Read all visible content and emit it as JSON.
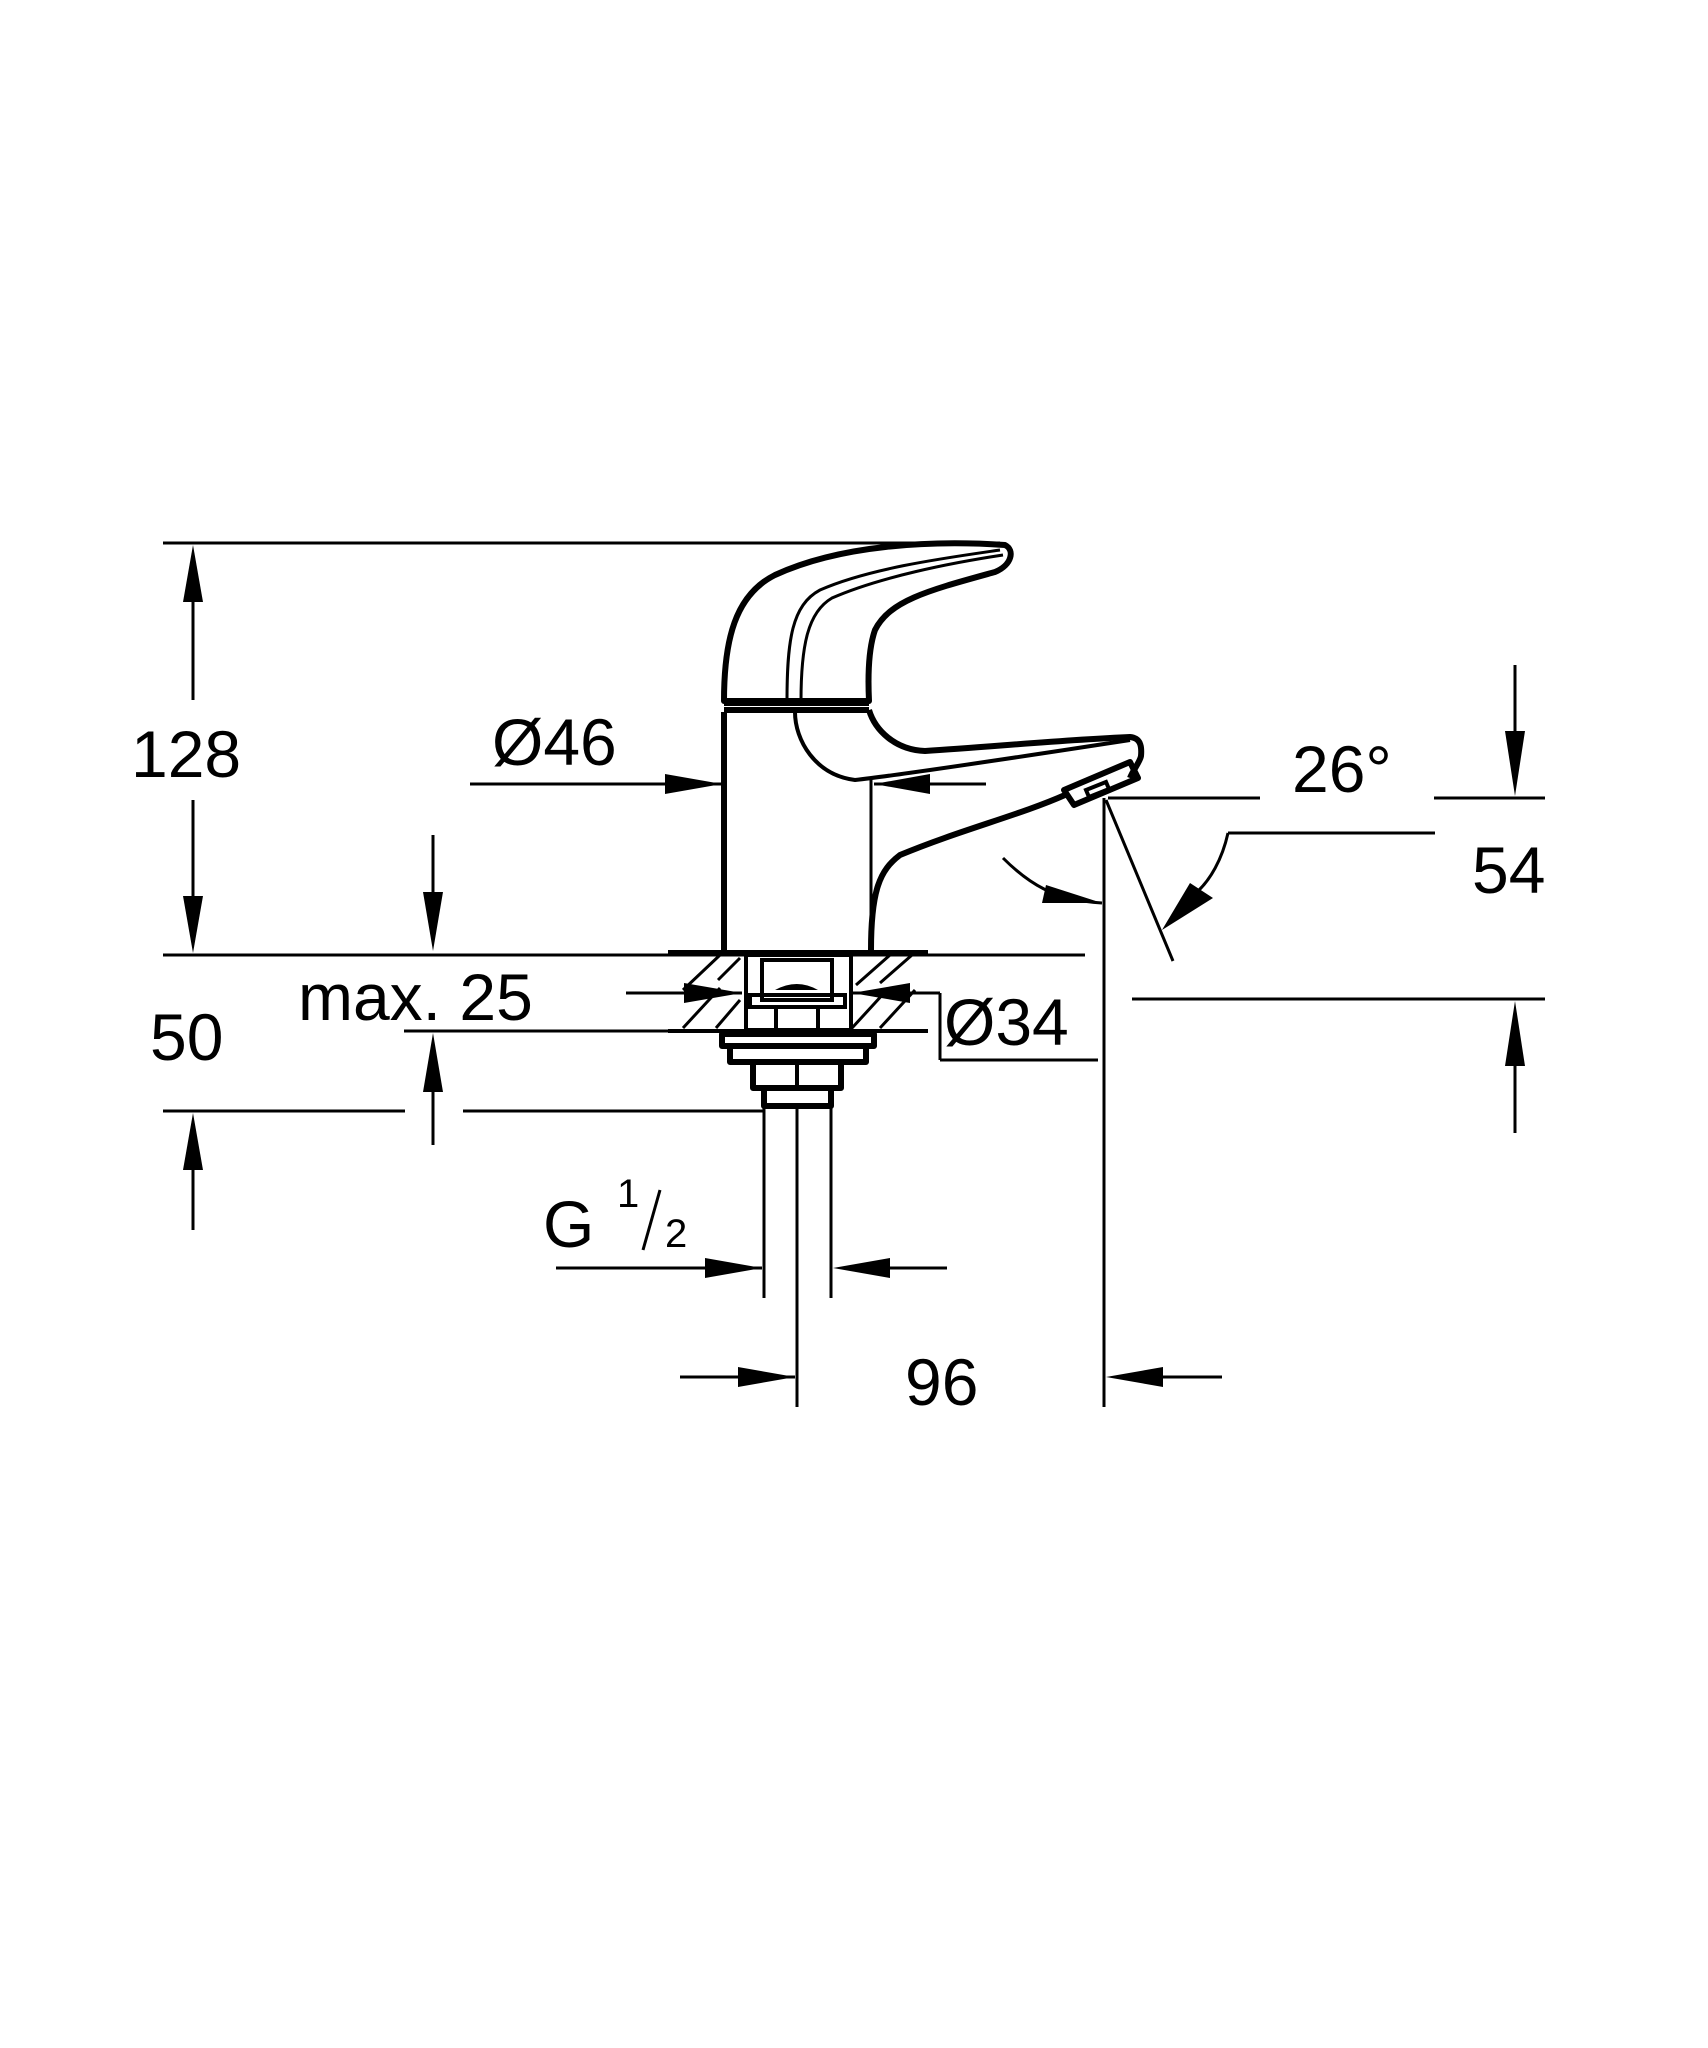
{
  "drawing": {
    "type": "technical dimension drawing",
    "subject": "single-lever basin faucet side view",
    "line_color": "#000000",
    "background": "#ffffff"
  },
  "dimensions": {
    "overall_height": "128",
    "body_diameter": "Ø46",
    "max_thickness": "max. 25",
    "mount_diameter": "Ø34",
    "below_base": "50",
    "spout_height": "54",
    "spout_angle": "26°",
    "thread_label": "G",
    "thread_num": "1",
    "thread_den": "2",
    "spout_reach": "96"
  }
}
